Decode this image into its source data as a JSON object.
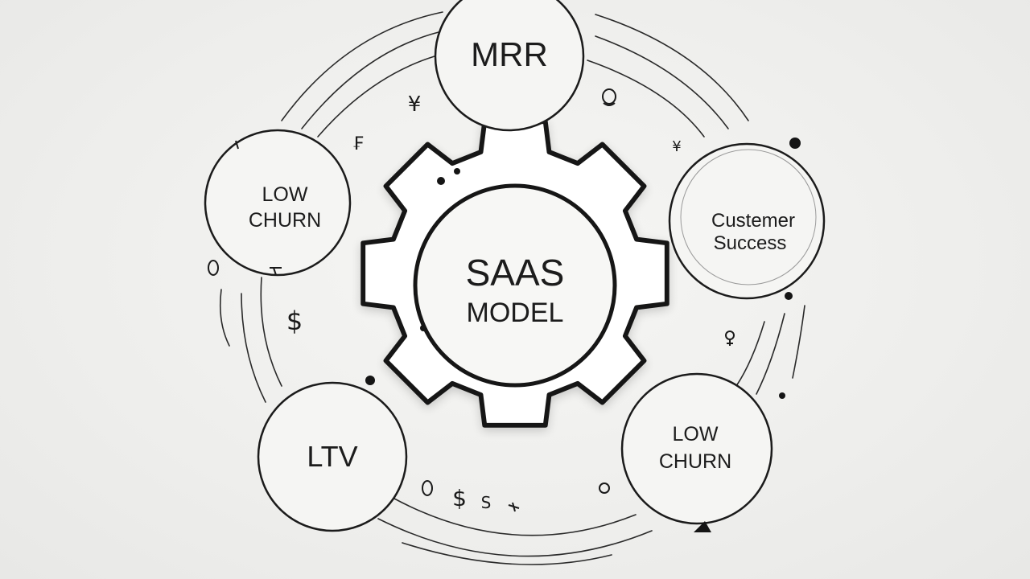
{
  "diagram": {
    "center": {
      "line1": "SAAS",
      "line2": "MODEL"
    },
    "nodes": [
      {
        "id": "mrr",
        "line1": "MRR",
        "line2": ""
      },
      {
        "id": "customer-success",
        "line1": "Custemer",
        "line2": "Success"
      },
      {
        "id": "low-churn-bottom-right",
        "line1": "LOW",
        "line2": "CHURN"
      },
      {
        "id": "ltv",
        "line1": "LTV",
        "line2": ""
      },
      {
        "id": "low-churn-left",
        "line1": "LOW",
        "line2": "CHURN"
      }
    ],
    "decorative_glyphs": [
      {
        "id": "yen",
        "text": "¥"
      },
      {
        "id": "yen-2",
        "text": "¥"
      },
      {
        "id": "dollar-left",
        "text": "$"
      },
      {
        "id": "dollar-bottom",
        "text": "$"
      },
      {
        "id": "glyph-s",
        "text": "S"
      },
      {
        "id": "glyph-fa",
        "text": "₣"
      }
    ]
  },
  "colors": {
    "background": "#efefed",
    "ink": "#1a1a1a",
    "gear_fill": "#ffffff",
    "node_fill": "#f5f5f3"
  },
  "icons": [
    "gear-icon",
    "currency-icons"
  ]
}
